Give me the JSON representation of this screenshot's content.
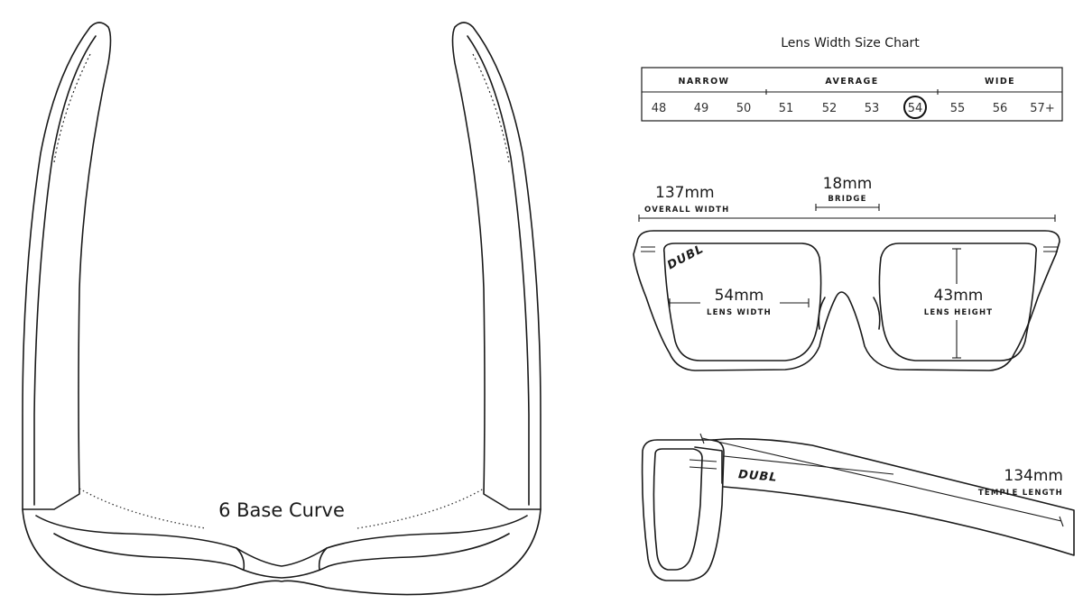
{
  "top_view": {
    "curve_label": "6 Base Curve"
  },
  "size_chart": {
    "title": "Lens Width Size Chart",
    "groups": [
      "NARROW",
      "AVERAGE",
      "WIDE"
    ],
    "sizes": [
      "48",
      "49",
      "50",
      "51",
      "52",
      "53",
      "54",
      "55",
      "56",
      "57+"
    ],
    "highlighted": "54"
  },
  "front_view": {
    "overall_width_value": "137mm",
    "overall_width_label": "OVERALL WIDTH",
    "bridge_value": "18mm",
    "bridge_label": "BRIDGE",
    "lens_width_value": "54mm",
    "lens_width_label": "LENS WIDTH",
    "lens_height_value": "43mm",
    "lens_height_label": "LENS HEIGHT",
    "logo": "DUBL"
  },
  "side_view": {
    "temple_value": "134mm",
    "temple_label": "TEMPLE LENGTH",
    "logo": "DUBL"
  }
}
